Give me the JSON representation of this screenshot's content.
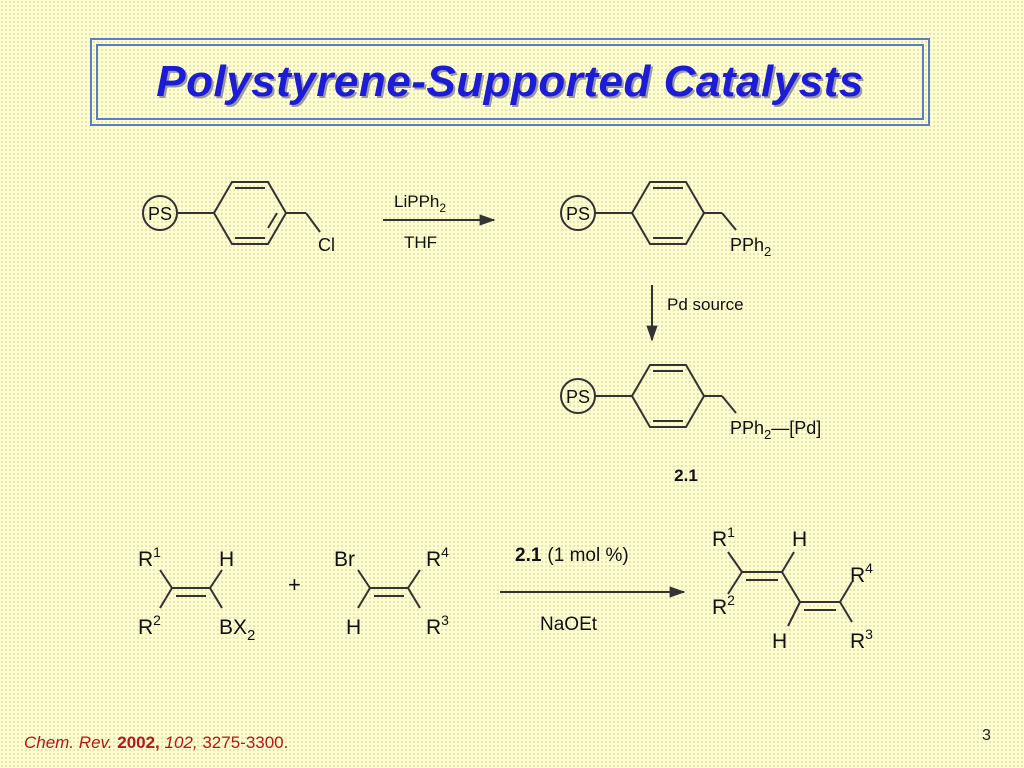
{
  "title": "Polystyrene-Supported Catalysts",
  "scheme1": {
    "ps": "PS",
    "cl": "Cl",
    "reagent": "LiPPh",
    "reagent_sub": "2",
    "solvent": "THF",
    "pph": "PPh",
    "pph_sub": "2",
    "pd_source": "Pd source",
    "pd": "—[Pd]",
    "compound_id": "2.1"
  },
  "scheme2": {
    "r1": "R",
    "r1_sup": "1",
    "r2": "R",
    "r2_sup": "2",
    "r3": "R",
    "r3_sup": "3",
    "r4": "R",
    "r4_sup": "4",
    "h": "H",
    "bx": "BX",
    "bx_sub": "2",
    "br": "Br",
    "plus": "+",
    "catalyst_id": "2.1",
    "catalyst_load": "(1 mol %)",
    "base": "NaOEt"
  },
  "citation": {
    "journal": "Chem. Rev.",
    "year": "2002,",
    "volume": "102,",
    "pages": "3275-3300."
  },
  "page_number": "3"
}
